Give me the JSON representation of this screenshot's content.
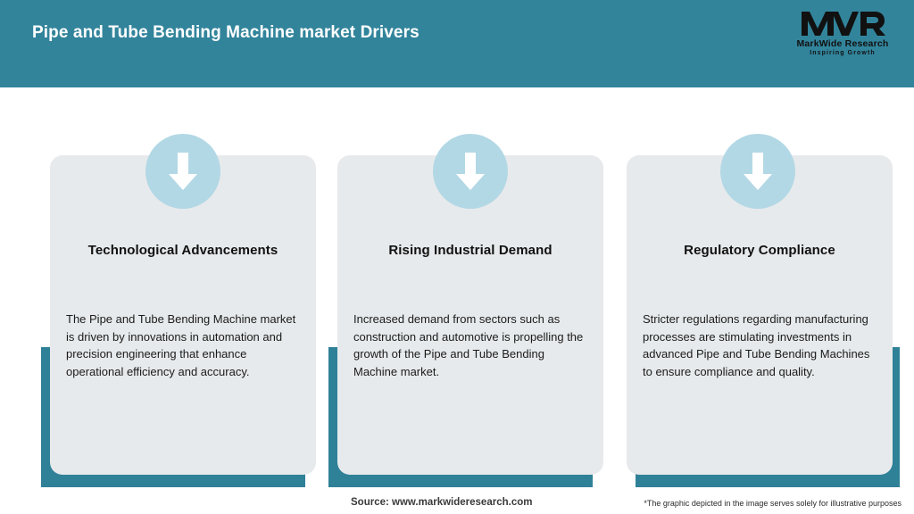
{
  "header": {
    "title": "Pipe and Tube Bending Machine market Drivers",
    "background_color": "#32849b",
    "title_color": "#ffffff"
  },
  "logo": {
    "mark_text": "MWR",
    "company_name": "MarkWide Research",
    "tagline": "Inspiring Growth"
  },
  "theme": {
    "teal": "#2f8198",
    "light_blue": "#b3d8e5",
    "card_background": "#e7eaec",
    "page_background": "#ffffff",
    "text_dark": "#111111"
  },
  "cards": [
    {
      "icon": "arrow-down-icon",
      "title": "Technological Advancements",
      "body": "The Pipe and Tube Bending Machine market is driven by innovations in automation and precision engineering that enhance operational efficiency and accuracy."
    },
    {
      "icon": "arrow-down-icon",
      "title": "Rising Industrial Demand",
      "body": "Increased demand from sectors such as construction and automotive is propelling the growth of the Pipe and Tube Bending Machine market."
    },
    {
      "icon": "arrow-down-icon",
      "title": "Regulatory Compliance",
      "body": "Stricter regulations regarding manufacturing processes are stimulating investments in advanced Pipe and Tube Bending Machines to ensure compliance and quality."
    }
  ],
  "footer": {
    "source": "Source: www.markwideresearch.com",
    "disclaimer": "*The graphic depicted in the image serves solely for illustrative purposes"
  }
}
